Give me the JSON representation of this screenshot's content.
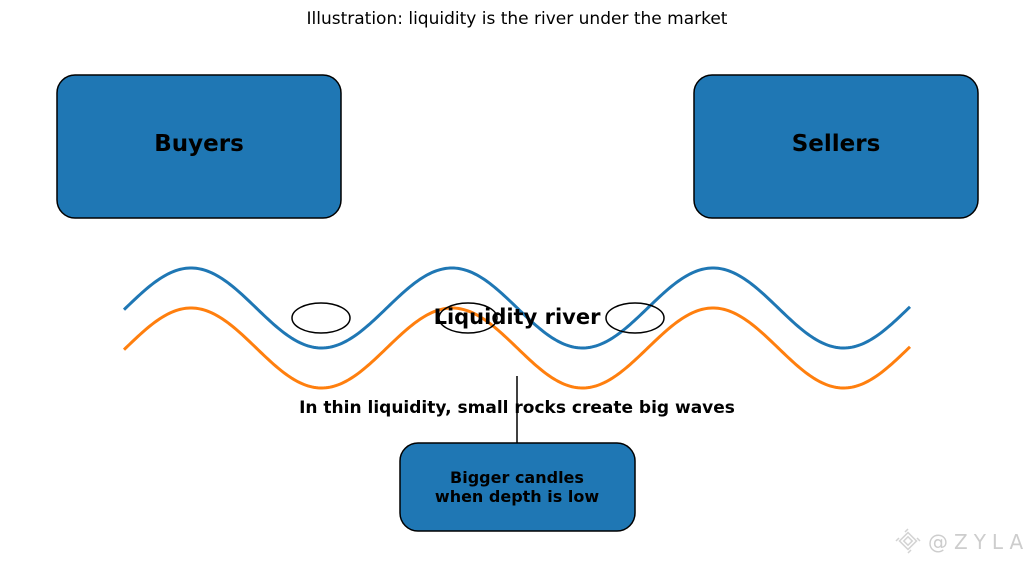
{
  "title": "Illustration: liquidity is the river under the market",
  "boxes": {
    "buyers": "Buyers",
    "sellers": "Sellers",
    "bottom_line1": "Bigger candles",
    "bottom_line2": "when depth is low"
  },
  "river_label": "Liquidity river",
  "caption": "In thin liquidity, small rocks create big waves",
  "watermark": "@ZYLA",
  "colors": {
    "box_fill": "#1f77b4",
    "wave_top": "#1f77b4",
    "wave_bottom": "#ff7f0e"
  },
  "rocks_count": 3
}
